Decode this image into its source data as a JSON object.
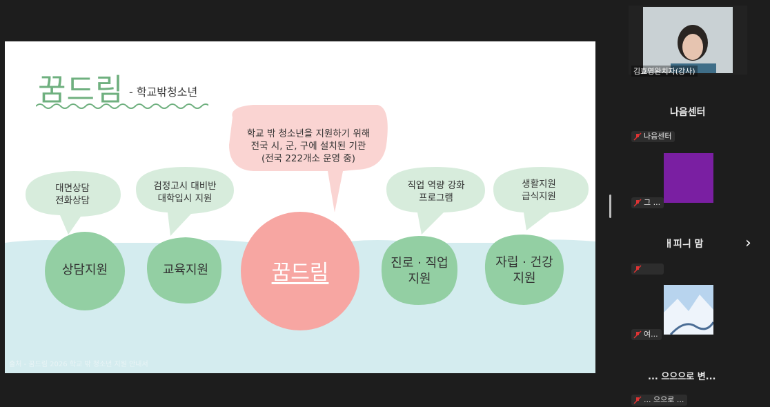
{
  "slide": {
    "title": "꿈드림",
    "subtitle": "- 학교밖청소년",
    "top_bubble": {
      "line1": "학교 밖 청소년을 지원하기 위해",
      "line2": "전국 시, 군, 구에 설치된 기관",
      "line3": "(전국 222개소 운영 중)"
    },
    "bubbles": [
      {
        "line1": "대면상담",
        "line2": "전화상담"
      },
      {
        "line1": "검정고시 대비반",
        "line2": "대학입시 지원"
      },
      {
        "line1": "직업 역량 강화",
        "line2": "프로그램"
      },
      {
        "line1": "생활지원",
        "line2": "급식지원"
      }
    ],
    "circles": [
      {
        "line1": "상담지원",
        "line2": ""
      },
      {
        "line1": "교육지원",
        "line2": ""
      },
      {
        "line1": "진로 · 직업",
        "line2": "지원"
      },
      {
        "line1": "자립 · 건강",
        "line2": "지원"
      }
    ],
    "center": "꿈드림",
    "source": "출처 - 꿈드림 2026 학교 밖 청소년 지원 안내서",
    "colors": {
      "green": "#93cfa3",
      "pink": "#f7a6a2",
      "pink_bubble": "#fad4d2",
      "green_bubble": "#d7ecdc",
      "water": "#d4ecef"
    }
  },
  "sidebar": {
    "speaker_name": "김효영완치자(강사)",
    "section1_title": "나음센터",
    "participant1": "나음센터",
    "participant2": "그 ...",
    "section2_title": "ㅐ피ㅢ 맘",
    "participant4": "여...",
    "section3_title": "... 으으으로 변...",
    "participant5": "... 으으로 ..."
  }
}
